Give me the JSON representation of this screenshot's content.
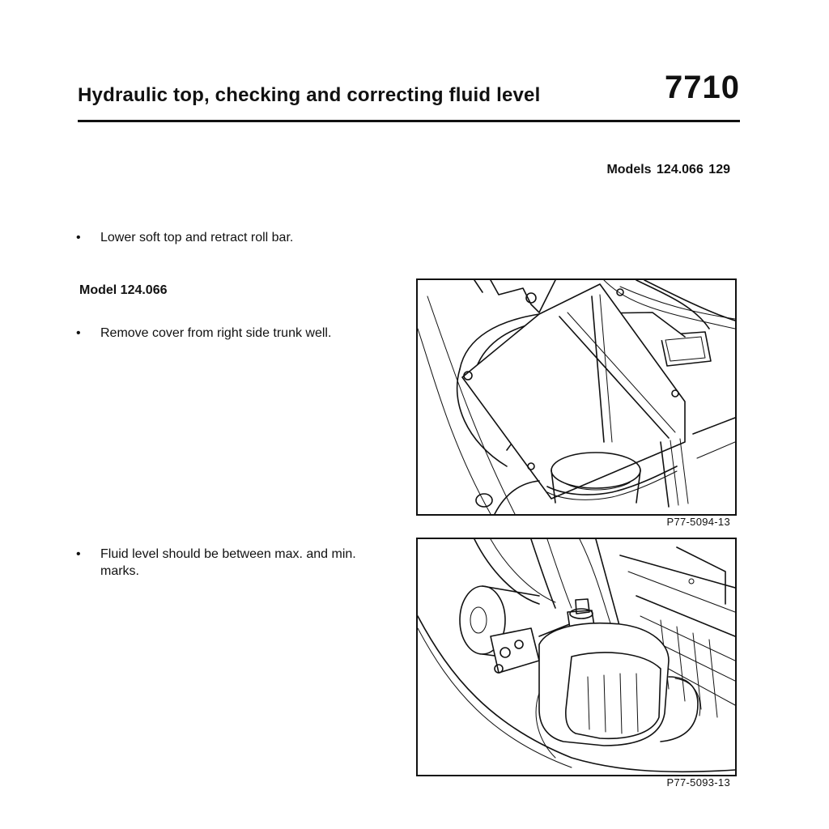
{
  "header": {
    "title": "Hydraulic top, checking and correcting fluid level",
    "code": "7710"
  },
  "models_line": "Models 124.066  129",
  "steps": [
    {
      "bullet": "•",
      "text": "Lower soft top and retract roll bar."
    },
    {
      "bullet": "•",
      "text": "Remove cover from right side trunk well."
    },
    {
      "bullet": "•",
      "text_line1": "Fluid level should be between max. and min.",
      "text_line2": "marks."
    }
  ],
  "subheading": "Model 124.066",
  "figures": [
    {
      "caption": "P77-5094-13",
      "subject": "trunk-well-cover-illustration"
    },
    {
      "caption": "P77-5093-13",
      "subject": "hydraulic-pump-reservoir-illustration"
    }
  ]
}
